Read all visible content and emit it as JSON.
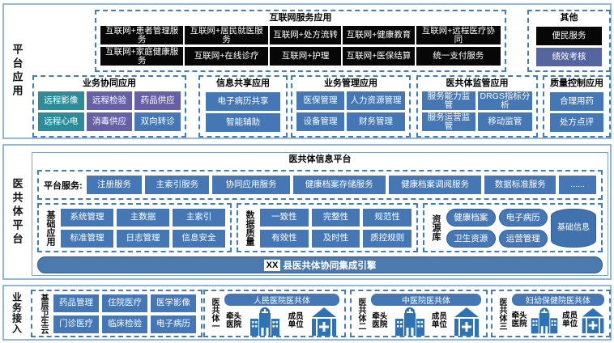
{
  "colors": {
    "cell_blue": "#4577b5",
    "cell_black": "#070707",
    "cell_teal": "#2d8c99",
    "cell_purple": "#6660a6",
    "cell_indigo": "#5565a0",
    "dashed_border": "#3f7cc1",
    "section_border": "#94b6d8",
    "engine_bar": "#4a7aae",
    "icon_blue": "#2e74b5"
  },
  "rail": {
    "platform_apps": "平台应用",
    "community_platform": "医共体平台",
    "business_access": "业务接入"
  },
  "top": {
    "internet": {
      "title": "互联网服务应用",
      "cells": [
        "互联网+患者管理服务",
        "互联网+居民就医服务",
        "互联网+处方流转",
        "互联网+健康教育",
        "互联网+远程医疗协同",
        "互联网+家庭健康服务",
        "互联网+在线诊疗",
        "互联网+护理",
        "互联网+医保结算",
        "统一支付服务"
      ]
    },
    "other": {
      "title": "其他",
      "cells": [
        "便民服务",
        "绩效考核"
      ]
    },
    "collab": {
      "title": "业务协同应用",
      "cells": [
        "远程影像",
        "远程检验",
        "药品供应",
        "远程心电",
        "消毒供应",
        "双向转诊"
      ]
    },
    "share": {
      "title": "信息共享应用",
      "cells": [
        "电子病历共享",
        "智能辅助"
      ]
    },
    "mgmt": {
      "title": "业务管理应用",
      "cells": [
        "医保管理",
        "人力资源管理",
        "设备管理",
        "财务管理"
      ]
    },
    "supervise": {
      "title": "医共体监管应用",
      "cells": [
        "服务能力监管",
        "DRGS指标分析",
        "服务运营监管",
        "移动监管"
      ]
    },
    "quality": {
      "title": "质量控制应用",
      "cells": [
        "合理用药",
        "处方点评"
      ]
    }
  },
  "mid": {
    "title": "医共体信息平台",
    "services": {
      "label": "平台服务:",
      "cells": [
        "注册服务",
        "主索引服务",
        "协同应用服务",
        "健康档案存储服务",
        "健康档案调阅服务",
        "数据标准服务",
        "......"
      ]
    },
    "base": {
      "label": "基础应用",
      "cells": [
        "系统管理",
        "主数据",
        "主索引",
        "标准管理",
        "日志管理",
        "信息安全"
      ]
    },
    "dq": {
      "label": "数据质量",
      "cells": [
        "一致性",
        "完整性",
        "规范性",
        "有效性",
        "及时性",
        "质控规则"
      ]
    },
    "repo": {
      "label": "资源库",
      "pills": [
        "健康档案",
        "电子病历",
        "卫生资源",
        "运营管理"
      ],
      "cylinder": "基础信息"
    },
    "engine": {
      "prefix": "XX",
      "label": "县医共体协同集成引擎"
    }
  },
  "bottom": {
    "cloud": {
      "label": "基层卫生云",
      "cells": [
        "药品管理",
        "住院医疗",
        "医学影像",
        "门诊医疗",
        "临床检验",
        "电子病历"
      ]
    },
    "communities": [
      {
        "side": "医共体一",
        "title": "人民医院医共体",
        "lead": "牵头医院",
        "member": "成员单位"
      },
      {
        "side": "医共体二",
        "title": "中医院医共体",
        "lead": "牵头医院",
        "member": "成员单位"
      },
      {
        "side": "医共体三",
        "title": "妇幼保健院医共体",
        "lead": "牵头医院",
        "member": "成员单位"
      }
    ]
  }
}
